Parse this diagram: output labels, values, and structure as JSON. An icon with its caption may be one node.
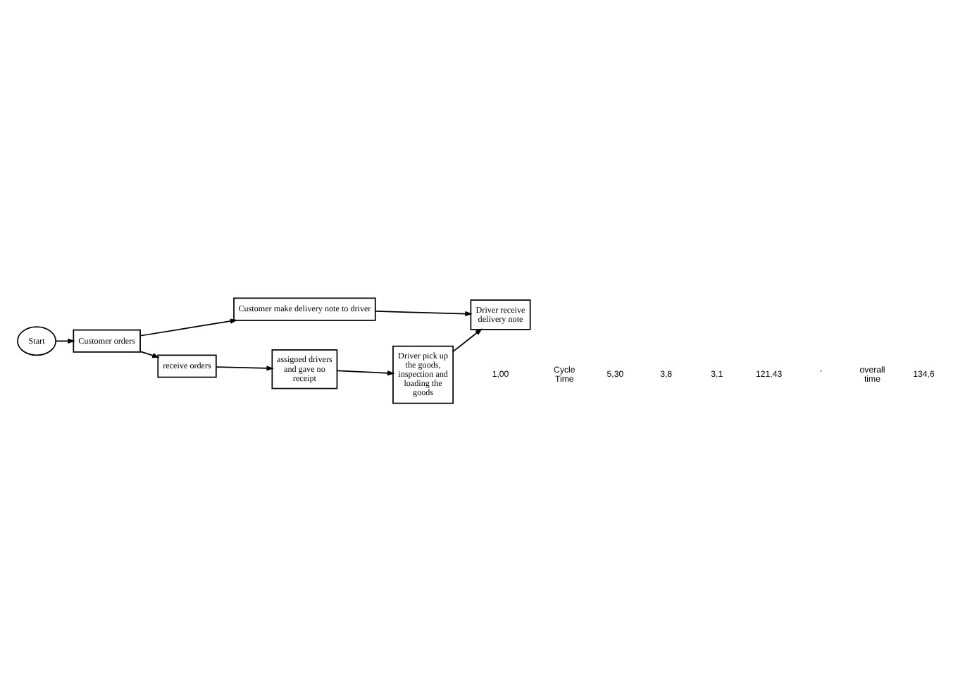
{
  "diagram": {
    "nodes": [
      {
        "text": [
          "Start"
        ]
      },
      {
        "text": [
          "Customer orders"
        ]
      },
      {
        "text": [
          "Customer make delivery note to driver"
        ]
      },
      {
        "text": [
          "Driver receive delivery note"
        ]
      },
      {
        "text": [
          "receive orders"
        ]
      },
      {
        "text": [
          "assigned drivers and gave no receipt"
        ]
      },
      {
        "text": [
          "Driver pick up the goods, inspection and loading the goods"
        ]
      }
    ],
    "edges": [
      {
        "from": 0,
        "to": 1,
        "arrow": "to"
      },
      {
        "from": 1,
        "to": 2,
        "arrow": "to"
      },
      {
        "from": 2,
        "to": 3,
        "arrow": "to"
      },
      {
        "from": 1,
        "to": 4,
        "arrow": "to"
      },
      {
        "from": 4,
        "to": 5,
        "arrow": "to"
      },
      {
        "from": 5,
        "to": 6,
        "arrow": "to"
      },
      {
        "from": 6,
        "to": 3,
        "arrow": "to"
      }
    ],
    "labels": [
      "1,00",
      "Cycle Time",
      "5,30",
      "3,8",
      "3,1",
      "121,43",
      "`",
      "overall time",
      "134,6"
    ]
  }
}
